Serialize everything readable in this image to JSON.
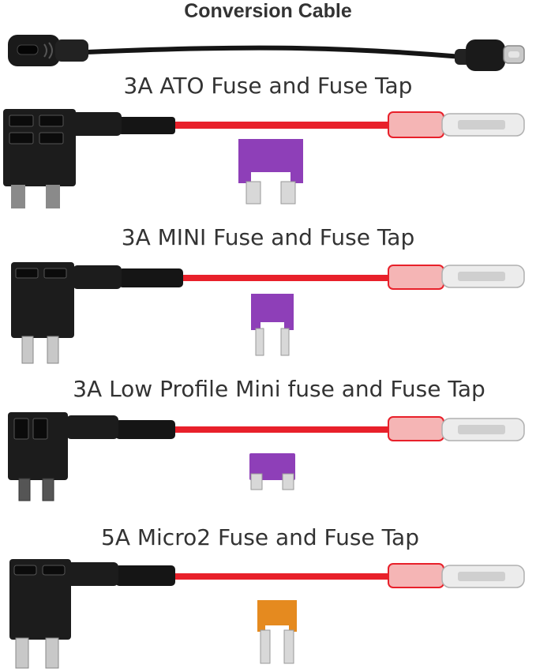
{
  "items": {
    "conversion_cable": {
      "label": "Conversion Cable"
    },
    "ato": {
      "label": "3A ATO Fuse and Fuse Tap",
      "fuse_color": "#8e3fb8"
    },
    "mini": {
      "label": "3A MINI Fuse and Fuse Tap",
      "fuse_color": "#8e3fb8"
    },
    "low_profile": {
      "label": "3A Low Profile Mini fuse and Fuse Tap",
      "fuse_color": "#8e3fb8"
    },
    "micro2": {
      "label": "5A Micro2 Fuse and Fuse Tap",
      "fuse_color": "#e58a1f"
    }
  },
  "colors": {
    "wire_red": "#e8202a",
    "cable_black": "#151515",
    "tap_black": "#1c1c1c",
    "text": "#333333"
  }
}
